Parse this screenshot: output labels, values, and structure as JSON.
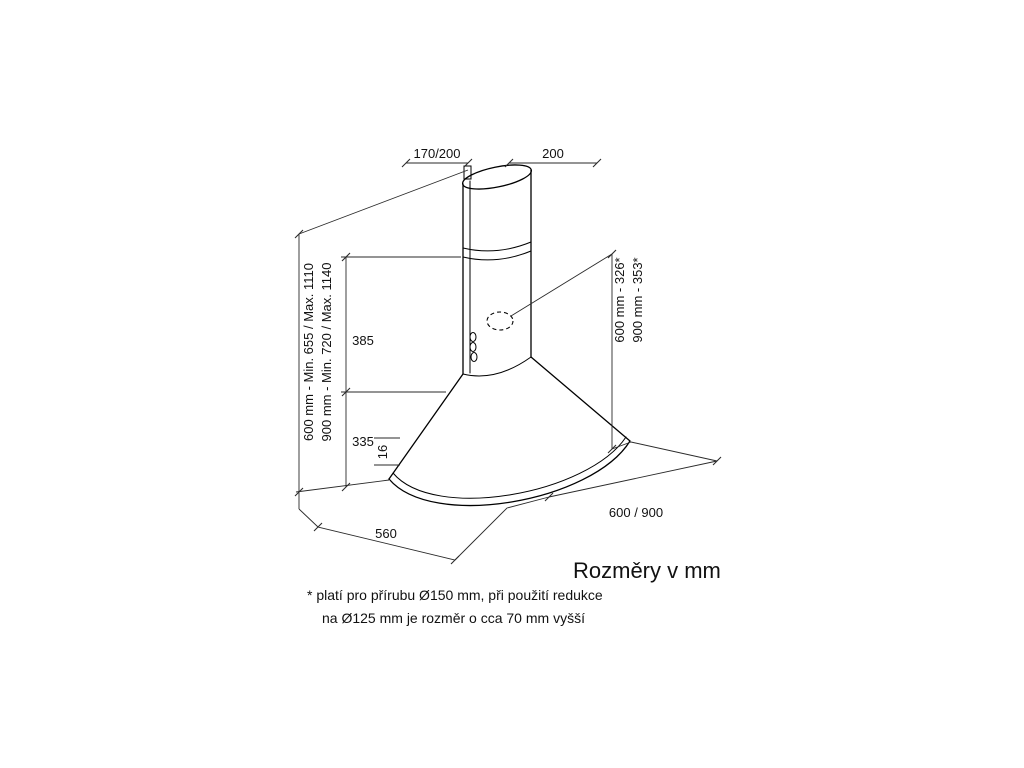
{
  "page": {
    "background": "#ffffff",
    "object_line_color": "#000000",
    "dimension_line_color": "#2a2a2a",
    "text_color": "#111111"
  },
  "diagram": {
    "title": "Rozměry v mm",
    "footnote": {
      "line1": "* platí pro přírubu Ø150 mm, při použití redukce",
      "line2": "na Ø125 mm je rozměr o cca 70 mm vyšší"
    },
    "labels": {
      "chimney_depth": "170/200",
      "chimney_width": "200",
      "upper_section_height": "385",
      "lower_section_height": "335",
      "rim_lip": "16",
      "hood_depth": "560",
      "hood_width": "600 / 900",
      "total_height_600": "600 mm - Min. 655 / Max. 1110",
      "total_height_900": "900 mm - Min. 720 / Max. 1140",
      "outlet_height_600": "600 mm - 326*",
      "outlet_height_900": "900 mm - 353*"
    }
  }
}
